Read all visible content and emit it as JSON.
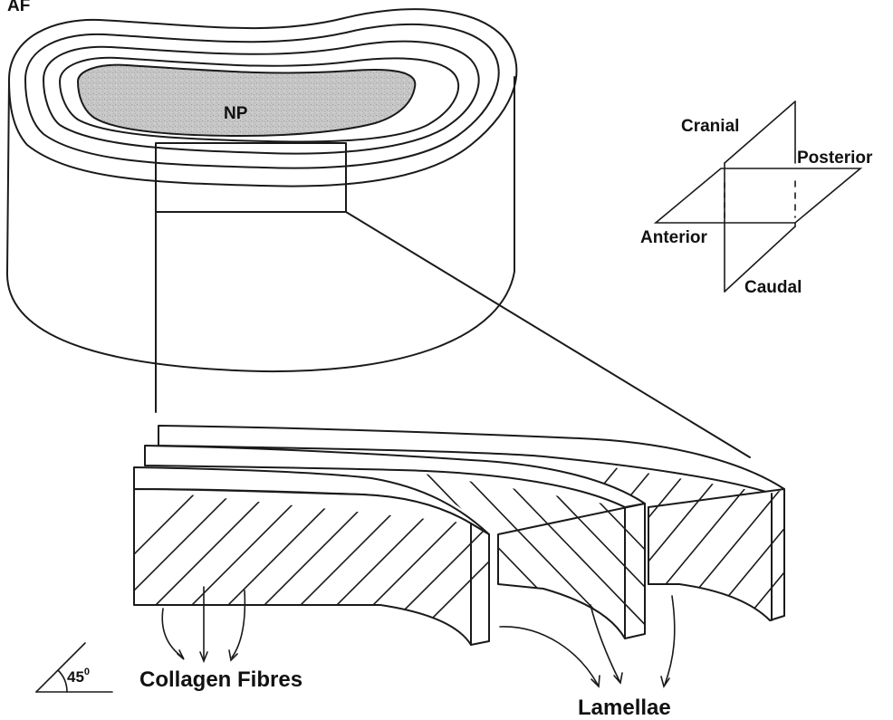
{
  "labels": {
    "af": "AF",
    "np": "NP",
    "cranial": "Cranial",
    "posterior": "Posterior",
    "anterior": "Anterior",
    "caudal": "Caudal",
    "angle": "45",
    "angle_unit": "0",
    "collagen_fibres": "Collagen Fibres",
    "lamellae": "Lamellae"
  },
  "colors": {
    "line": "#1a1a1a",
    "nucleus_fill": "#c9c9c9",
    "background": "#ffffff"
  }
}
